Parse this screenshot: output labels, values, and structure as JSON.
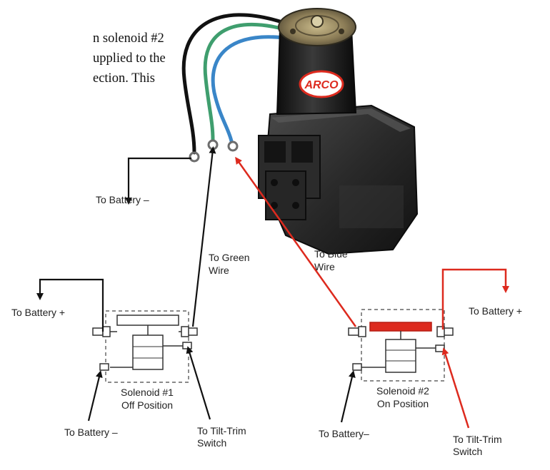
{
  "intro_text": [
    "n solenoid #2",
    "upplied to the",
    "ection. This"
  ],
  "motor": {
    "brand_logo": "ARCO"
  },
  "labels": {
    "battery_neg_top": "To Battery –",
    "green_wire": [
      "To Green",
      "Wire"
    ],
    "blue_wire": [
      "To Blue",
      "Wire"
    ],
    "battery_pos_left": "To Battery +",
    "battery_pos_right": "To Battery +",
    "solenoid1": [
      "Solenoid #1",
      "Off Position"
    ],
    "solenoid2": [
      "Solenoid #2",
      "On Position"
    ],
    "battery_neg_bottom_left": "To Battery –",
    "tilt_trim_left": [
      "To Tilt-Trim",
      "Switch"
    ],
    "battery_neg_bottom_right": "To Battery–",
    "tilt_trim_right": [
      "To Tilt-Trim",
      "Switch"
    ]
  },
  "colors": {
    "active_path": "#dd2a1e",
    "inactive_path": "#111111",
    "motor_body": "#1f1f1f",
    "green_wire": "#3f9e6e",
    "blue_wire": "#3a86c8"
  }
}
